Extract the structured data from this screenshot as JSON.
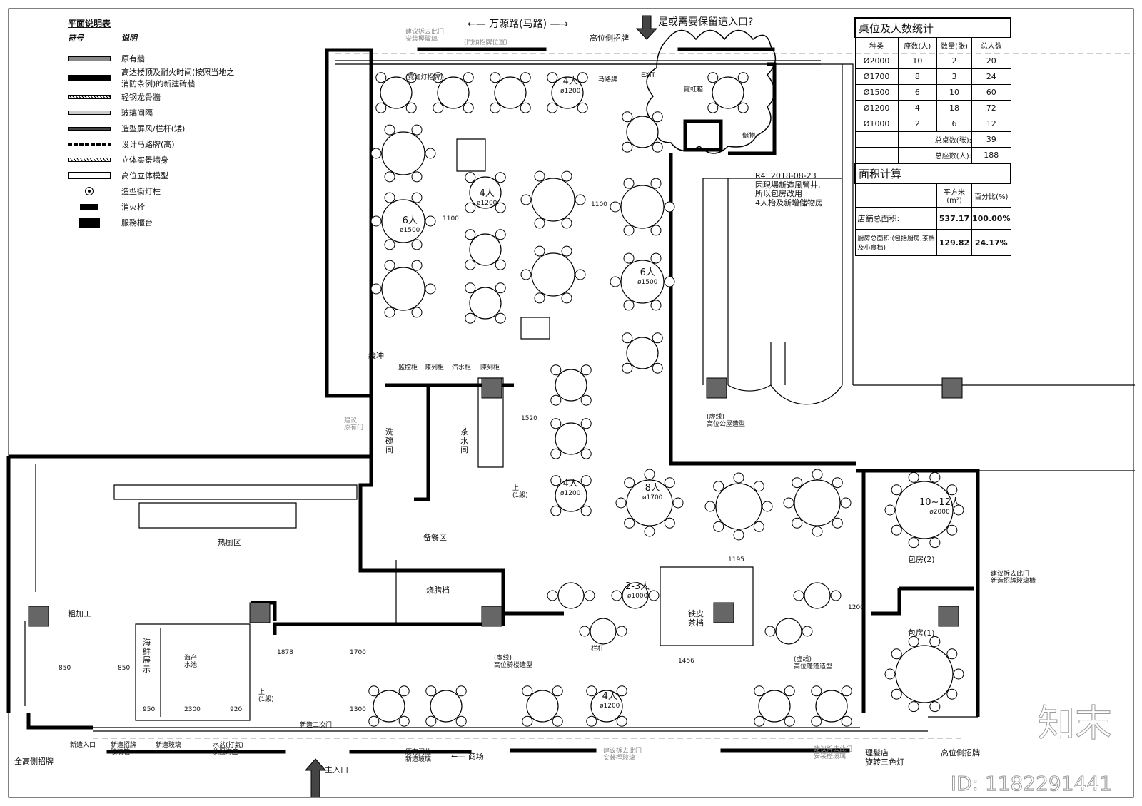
{
  "legend": {
    "title": "平面说明表",
    "col_symbol": "符号",
    "col_desc": "说明",
    "items": [
      {
        "icon": "existing-wall",
        "label": "原有牆"
      },
      {
        "icon": "new-brick-wall",
        "label": "高达楼顶及耐火时间(按照当地之消防条例)的新建砖牆"
      },
      {
        "icon": "light-steel-wall",
        "label": "轻钢龙骨牆"
      },
      {
        "icon": "glass-partition",
        "label": "玻璃间隔"
      },
      {
        "icon": "screen-railing",
        "label": "造型屏风/栏杆(矮)"
      },
      {
        "icon": "street-sign",
        "label": "设计马路牌(高)"
      },
      {
        "icon": "scene-wall",
        "label": "立体实景墙身"
      },
      {
        "icon": "high-model",
        "label": "高位立体模型"
      },
      {
        "icon": "street-lamp",
        "label": "造型街灯柱"
      },
      {
        "icon": "fire-hydrant",
        "label": "消火栓"
      },
      {
        "icon": "service-counter",
        "label": "服務櫃台"
      }
    ]
  },
  "stats": {
    "title": "桌位及人数统计",
    "headers": [
      "种类",
      "座数(人)",
      "数量(张)",
      "总人数"
    ],
    "rows": [
      [
        "Ø2000",
        "10",
        "2",
        "20"
      ],
      [
        "Ø1700",
        "8",
        "3",
        "24"
      ],
      [
        "Ø1500",
        "6",
        "10",
        "60"
      ],
      [
        "Ø1200",
        "4",
        "18",
        "72"
      ],
      [
        "Ø1000",
        "2",
        "6",
        "12"
      ]
    ],
    "total_tables_label": "总桌数(张):",
    "total_tables": "39",
    "total_seats_label": "总座数(人):",
    "total_seats": "188"
  },
  "area": {
    "title": "面积计算",
    "headers": [
      "平方米(m²)",
      "百分比(%)"
    ],
    "rows": [
      {
        "label": "店舗总面积:",
        "sqm": "537.17",
        "pct": "100.00%"
      },
      {
        "label": "厨房总面积:(包括厨房,茶档及小食档)",
        "sqm": "129.82",
        "pct": "24.17%"
      }
    ]
  },
  "labels": {
    "road": "←— 万源路(马路) —→",
    "remove_door_1": "建议拆去此门\n安装樫玻璃",
    "sign_pos": "(門頭招牌位置)",
    "high_side_sign": "高位側招牌",
    "keep_entrance": "是或需要保留這入口?",
    "exit": "EXIT",
    "neon": "(霓虹灯招牌)",
    "street_sign": "马路牌",
    "lamp_box": "霓虹箱",
    "storage": "儲物",
    "revision": "R4: 2018-08-23\n因現場新造風管井,\n所以包房改用\n4人枱及新增儲物房",
    "buffer": "缓冲",
    "monitor": "监控柜",
    "display1": "陳列柜",
    "soda": "汽水柜",
    "display2": "陳列柜",
    "dishwash": "洗\n碗\n间",
    "tea": "茶\n水\n间",
    "up1": "上\n(1級)",
    "prep": "备餐区",
    "bbq": "烧腊档",
    "hot_kitchen": "热厨区",
    "rough": "粗加工",
    "seafood": "海\n鲜\n展\n示",
    "seafood_pool": "海产\n水池",
    "roof_high": "(虚线)\n高位公屋造型",
    "arcade": "(虚线)\n高位骑楼造型",
    "canopy": "(虚线)\n高位篷篷造型",
    "iron_stall": "铁皮\n茶档",
    "private2": "包房(2)",
    "private1": "包房(1)",
    "remove_door_right": "建议拆去此门\n新造招牌玻璃櫥",
    "suggest_orig_door": "建议\n原有门",
    "new_entrance": "新造入口",
    "new_sign_box": "新造招牌\n玻璃箱",
    "new_glass": "新造玻璃",
    "water_basin": "水盆(打氣)\n放置海產",
    "full_side_sign": "全高側招牌",
    "second_door": "新造二次门",
    "main_entrance": "主入口",
    "orig_door": "原有门位\n新造玻璃",
    "mall": "←— 商场",
    "remove_door_2": "建议拆去此门\n安装樫玻璃",
    "remove_door_3": "建议拆去此门\n安装樫玻璃",
    "barber": "理髮店\n旋转三色灯",
    "high_side_sign_2": "高位側招牌",
    "up_bottom": "上\n(1級)",
    "railing": "栏杆",
    "dims": [
      "1100",
      "1100",
      "1520",
      "1878",
      "1700",
      "1300",
      "850",
      "850",
      "950",
      "2300",
      "920",
      "1456",
      "1195",
      "1200"
    ]
  },
  "table_labels": [
    {
      "people": "4人",
      "size": "ø1200"
    },
    {
      "people": "4人",
      "size": "ø1200"
    },
    {
      "people": "6人",
      "size": "ø1500"
    },
    {
      "people": "6人",
      "size": "ø1500"
    },
    {
      "people": "4人",
      "size": "ø1200"
    },
    {
      "people": "8人",
      "size": "ø1700"
    },
    {
      "people": "10~12人",
      "size": "ø2000"
    },
    {
      "people": "2-3人",
      "size": "ø1000"
    },
    {
      "people": "4人",
      "size": "ø1200"
    }
  ],
  "watermark": {
    "brand": "知末",
    "id": "ID: 1182291441"
  }
}
